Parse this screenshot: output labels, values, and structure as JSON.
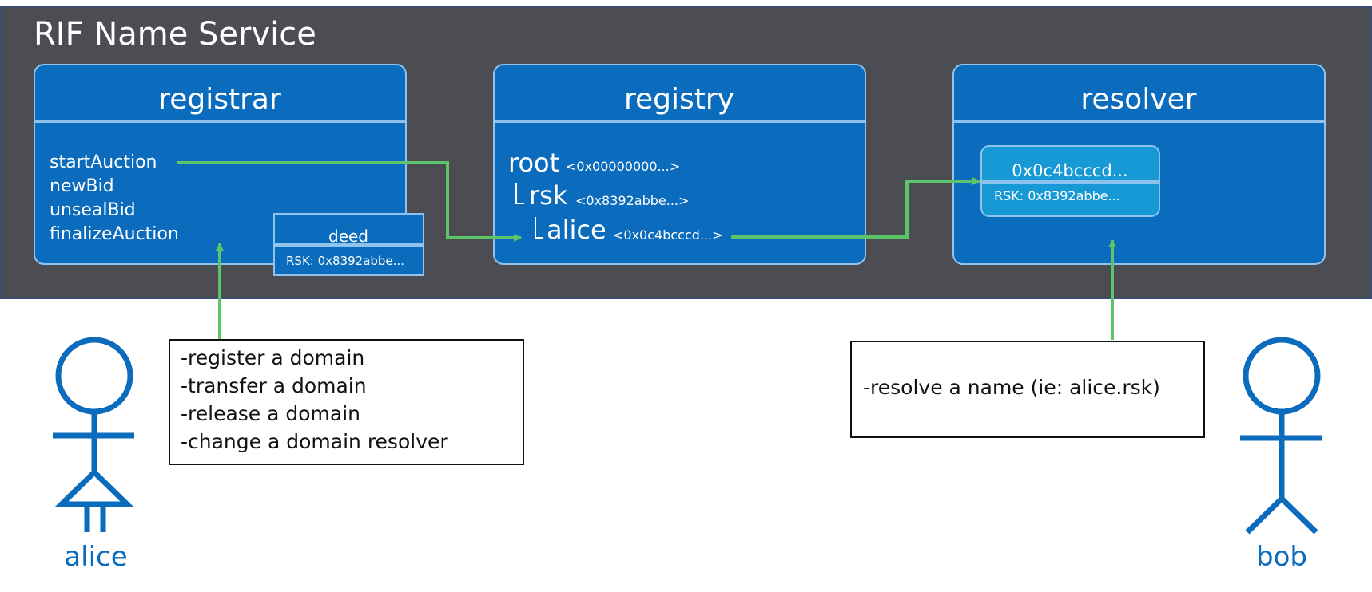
{
  "service": {
    "title": "RIF Name Service"
  },
  "registrar": {
    "title": "registrar",
    "functions": [
      "startAuction",
      "newBid",
      "unsealBid",
      "finalizeAuction"
    ],
    "deed": {
      "title": "deed",
      "value": "RSK: 0x8392abbe..."
    }
  },
  "registry": {
    "title": "registry",
    "nodes": [
      {
        "name": "root",
        "addr": "<0x00000000...>"
      },
      {
        "name": "rsk",
        "addr": "<0x8392abbe...>"
      },
      {
        "name": "alice",
        "addr": "<0x0c4bcccd...>"
      }
    ]
  },
  "resolver": {
    "title": "resolver",
    "record": {
      "title": "0x0c4bcccd...",
      "value": "RSK: 0x8392abbe..."
    }
  },
  "notes": {
    "alice_actions": [
      "-register a domain",
      "-transfer a domain",
      "-release a domain",
      "-change a domain resolver"
    ],
    "bob_actions": [
      "-resolve a name (ie: alice.rsk)"
    ]
  },
  "actors": {
    "alice": "alice",
    "bob": "bob"
  },
  "colors": {
    "panel": "#4b4d52",
    "box": "#0b6bbd",
    "box_border": "#8fc3ee",
    "inner_box": "#1799d6",
    "arrow": "#5ec46a",
    "actor": "#0b6bbd"
  }
}
